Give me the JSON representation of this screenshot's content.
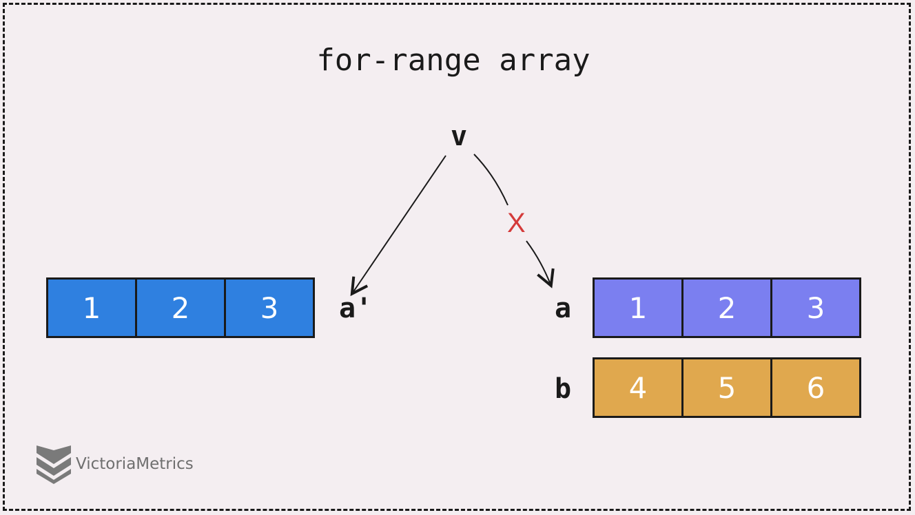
{
  "title": "for-range array",
  "labels": {
    "v": "v",
    "a_copy": "a'",
    "a": "a",
    "b": "b",
    "cross": "X"
  },
  "arrays": {
    "a_copy": {
      "values": [
        "1",
        "2",
        "3"
      ],
      "color": "#2f80e0"
    },
    "a": {
      "values": [
        "1",
        "2",
        "3"
      ],
      "color": "#7b7ff0"
    },
    "b": {
      "values": [
        "4",
        "5",
        "6"
      ],
      "color": "#e0a84e"
    }
  },
  "logo": {
    "text": "VictoriaMetrics",
    "icon": "victoriametrics-logo-icon"
  }
}
